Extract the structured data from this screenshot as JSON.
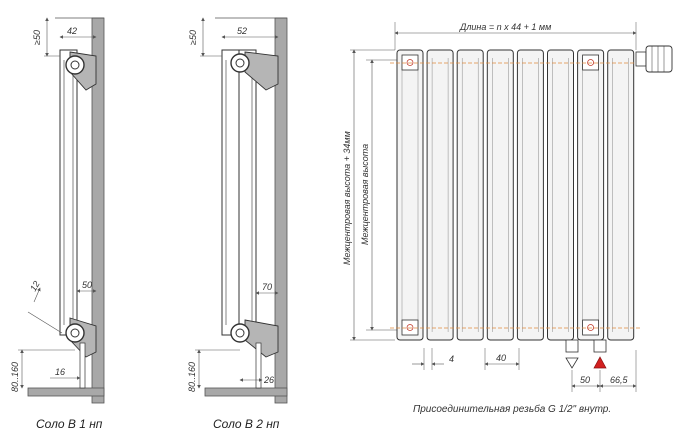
{
  "colors": {
    "wall": "#a8a8a8",
    "outline": "#333333",
    "dim_line": "#555555",
    "accent_red": "#d22020",
    "panel_fill": "#f4f4f4"
  },
  "figure_left": {
    "caption": "Соло В 1 нп",
    "dims": {
      "top_gap": "≥50",
      "depth": "42",
      "offset": "50",
      "angle": "12",
      "bottom": "80..160",
      "pipe": "16"
    }
  },
  "figure_middle": {
    "caption": "Соло В 2 нп",
    "dims": {
      "top_gap": "≥50",
      "depth": "52",
      "offset": "70",
      "bottom": "80..160",
      "pipe": "26"
    }
  },
  "figure_right": {
    "length_label": "Длина = n x 44 + 1 мм",
    "height_outer_label": "Межцентровая высота + 34мм",
    "height_inner_label": "Межцентровая высота",
    "dims": {
      "gap": "4",
      "section": "40",
      "inlet": "50",
      "edge": "66,5"
    },
    "thread_note": "Присоединительная резьба G 1/2\" внутр.",
    "section_count": 8
  }
}
